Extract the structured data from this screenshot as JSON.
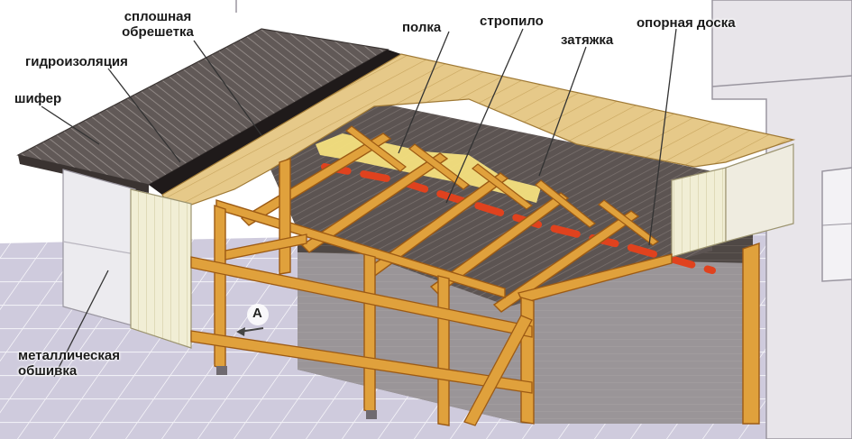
{
  "labels": {
    "slate": "шифер",
    "waterproofing": "гидроизоляция",
    "solid_sheathing_line1": "сплошная",
    "solid_sheathing_line2": "обрешетка",
    "shelf": "полка",
    "rafter": "стропило",
    "tie_beam": "затяжка",
    "support_board": "опорная доска",
    "metal_cladding_line1": "металлическая",
    "metal_cladding_line2": "обшивка",
    "view_marker": "A"
  },
  "colors": {
    "timber": "#e0a13c",
    "timber_dark": "#9c5a14",
    "slate": "#5e5654",
    "membrane": "#1f1a1a",
    "sheathing": "#e7cd8a",
    "cladding": "#f2efd6",
    "insulation": "#f4e07e",
    "pipe": "#e0421e",
    "pavement": "#c9c4d8",
    "building": "#e9e6ea",
    "leader": "#333333"
  }
}
